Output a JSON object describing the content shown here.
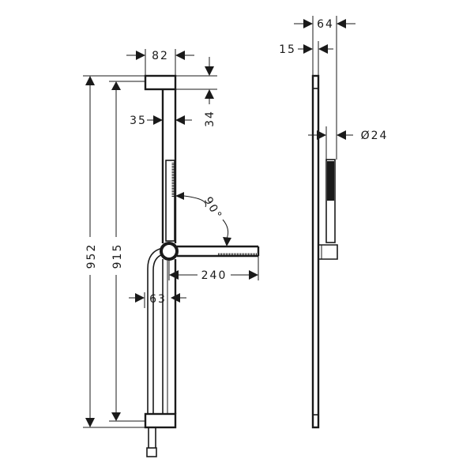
{
  "drawing": {
    "title": "Shower rail set technical drawing",
    "views": [
      "front-view",
      "side-view"
    ],
    "line_color": "#1a1a1a",
    "background": "#ffffff"
  },
  "dimensions": {
    "overall_height": "952",
    "rail_height": "915",
    "top_block_width": "82",
    "top_block_height": "34",
    "rail_offset": "35",
    "arm_length": "240",
    "angle": "90°",
    "hose_offset": "63",
    "side_depth": "64",
    "rail_thickness": "15",
    "handshower_diameter": "Ø24"
  }
}
